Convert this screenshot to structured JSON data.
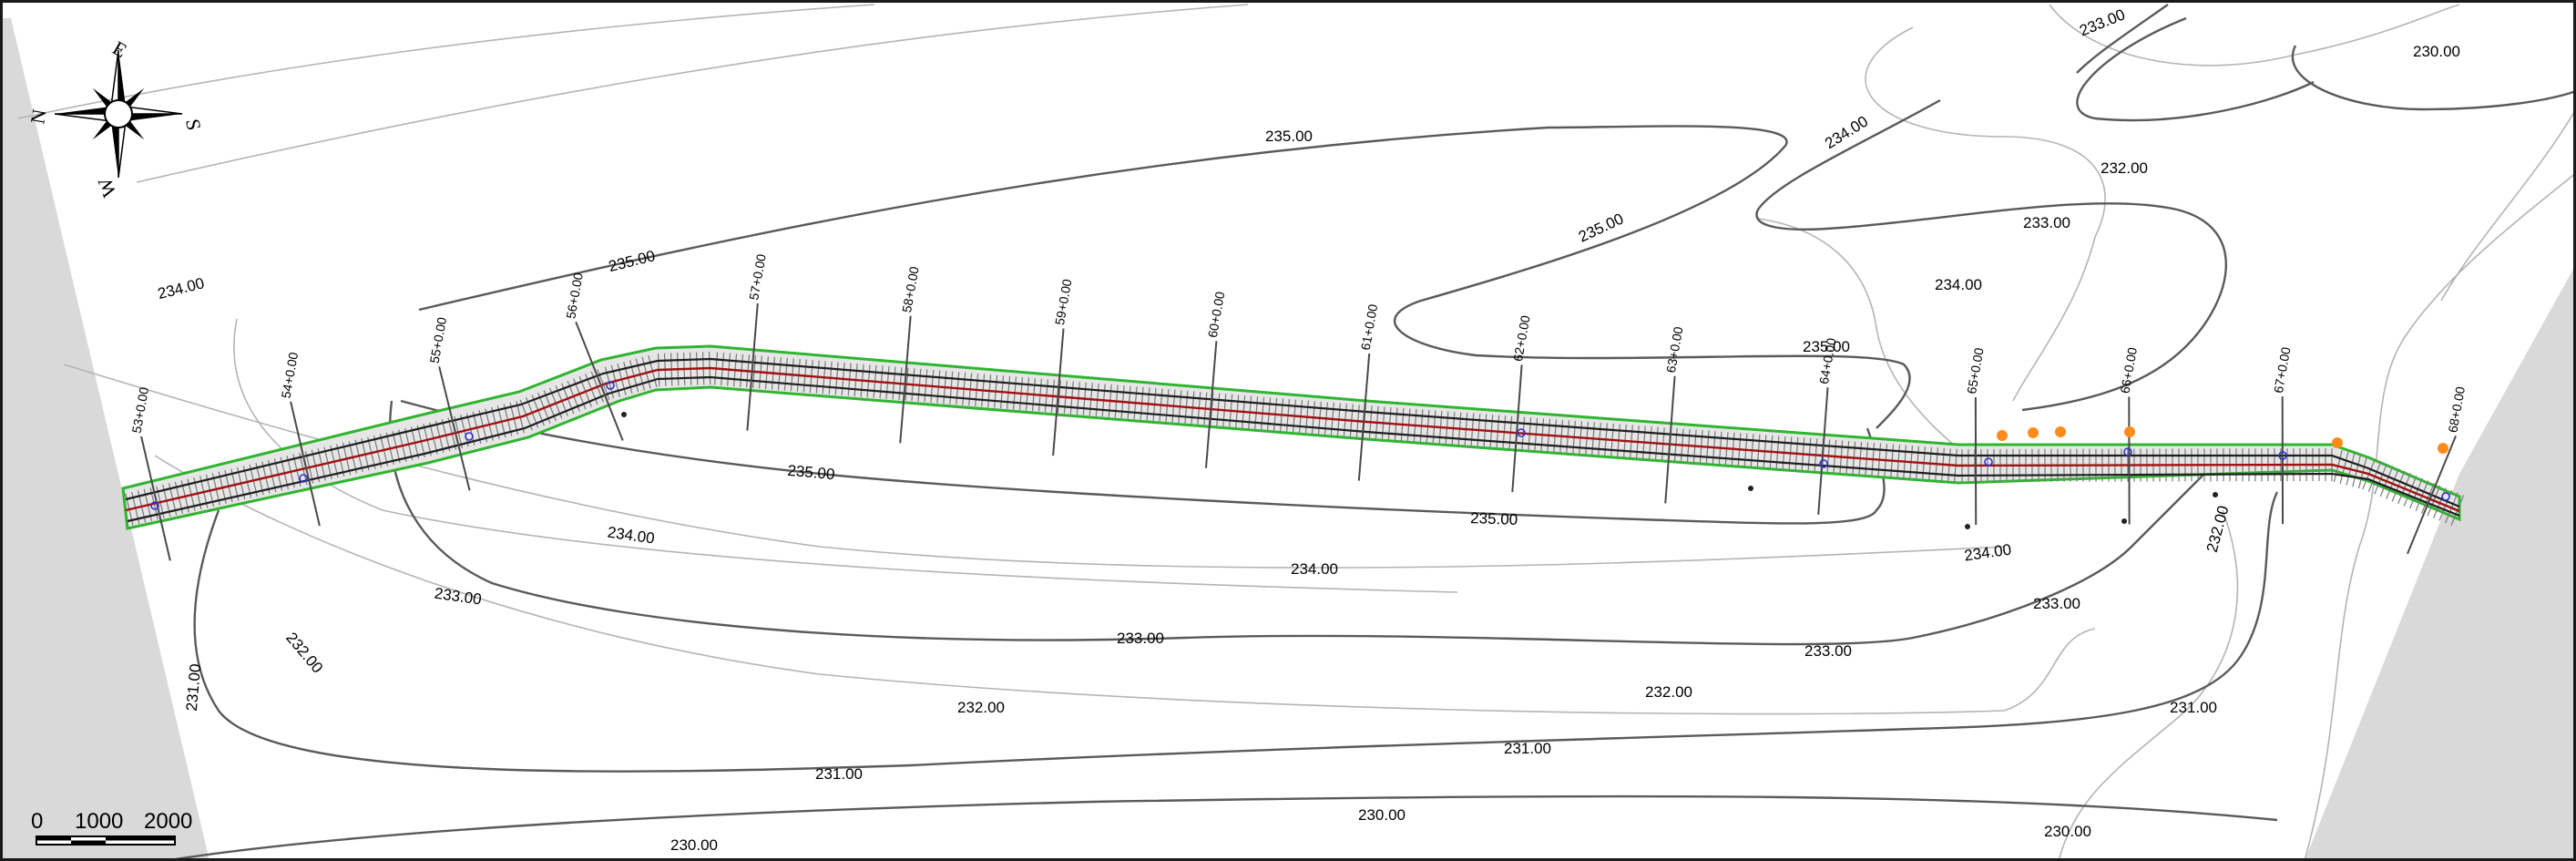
{
  "colors": {
    "major_contour": "#5a5a5a",
    "minor_contour": "#b4b4b4",
    "corridor_edge": "#2fb52f",
    "corridor_fill": "#e6e6e6",
    "alignment": "#a01010",
    "crossties": "#7a7a7a",
    "border_shading": "#d9d9d9",
    "marker_orange": "#ff8c1a",
    "marker_blue": "#3030d0"
  },
  "compass": {
    "icon": "compass-rose-icon",
    "north": "N",
    "east": "E",
    "south": "S",
    "west": "W"
  },
  "scale_bar": {
    "icon": "scale-bar-icon",
    "labels": [
      "0",
      "1000",
      "2000"
    ]
  },
  "contours": [
    {
      "elevation": "230.00",
      "labels": [
        "230.00",
        "230.00",
        "230.00",
        "230.00"
      ]
    },
    {
      "elevation": "231.00",
      "labels": [
        "231.00",
        "231.00",
        "231.00",
        "231.00"
      ]
    },
    {
      "elevation": "232.00",
      "labels": [
        "232.00",
        "232.00",
        "232.00",
        "232.00",
        "232.00"
      ]
    },
    {
      "elevation": "233.00",
      "labels": [
        "233.00",
        "233.00",
        "233.00",
        "233.00",
        "233.00",
        "233.00"
      ]
    },
    {
      "elevation": "234.00",
      "labels": [
        "234.00",
        "234.00",
        "234.00",
        "234.00",
        "234.00",
        "234.00"
      ]
    },
    {
      "elevation": "235.00",
      "labels": [
        "235.00",
        "235.00",
        "235.00",
        "235.00",
        "235.00",
        "235.00"
      ]
    }
  ],
  "stations": [
    {
      "label": "53+0.00"
    },
    {
      "label": "54+0.00"
    },
    {
      "label": "55+0.00"
    },
    {
      "label": "56+0.00"
    },
    {
      "label": "57+0.00"
    },
    {
      "label": "58+0.00"
    },
    {
      "label": "59+0.00"
    },
    {
      "label": "60+0.00"
    },
    {
      "label": "61+0.00"
    },
    {
      "label": "62+0.00"
    },
    {
      "label": "63+0.00"
    },
    {
      "label": "64+0.00"
    },
    {
      "label": "65+0.00"
    },
    {
      "label": "66+0.00"
    },
    {
      "label": "67+0.00"
    },
    {
      "label": "68+0.00"
    }
  ]
}
